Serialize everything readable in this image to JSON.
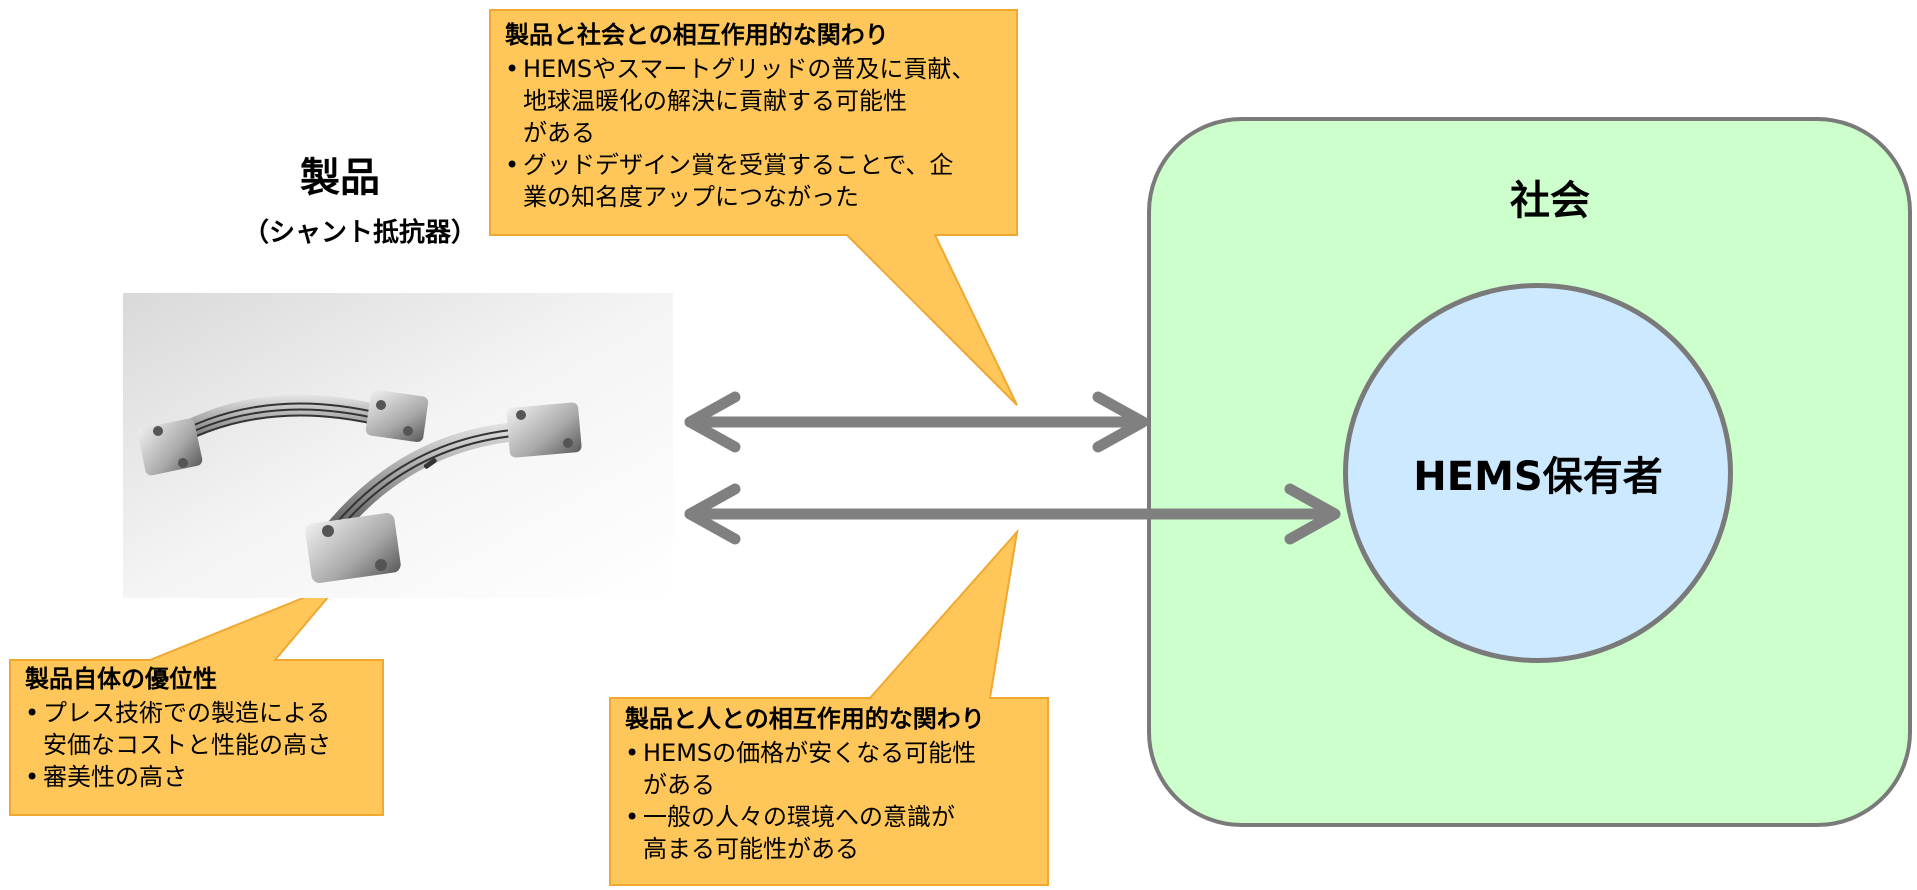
{
  "product": {
    "title": "製品",
    "subtitle": "（シャント抵抗器）"
  },
  "society": {
    "label": "社会",
    "member_label": "HEMS保有者"
  },
  "callouts": {
    "social": {
      "title": "製品と社会との相互作用的な関わり",
      "bullets": [
        [
          "HEMSやスマートグリッドの普及に貢献、",
          "地球温暖化の解決に貢献する可能性",
          "がある"
        ],
        [
          "グッドデザイン賞を受賞することで、企",
          "業の知名度アップにつながった"
        ]
      ]
    },
    "product": {
      "title": "製品自体の優位性",
      "bullets": [
        [
          "プレス技術での製造による",
          "安価なコストと性能の高さ"
        ],
        [
          "審美性の高さ"
        ]
      ]
    },
    "people": {
      "title": "製品と人との相互作用的な関わり",
      "bullets": [
        [
          "HEMSの価格が安くなる可能性",
          "がある"
        ],
        [
          "一般の人々の環境への意識が",
          "高まる可能性がある"
        ]
      ]
    }
  },
  "colors": {
    "callout_fill": "#ffc65a",
    "callout_border": "#f0a830",
    "society_fill": "#ccffcc",
    "circle_fill": "#cce9ff",
    "arrow": "#808080"
  }
}
